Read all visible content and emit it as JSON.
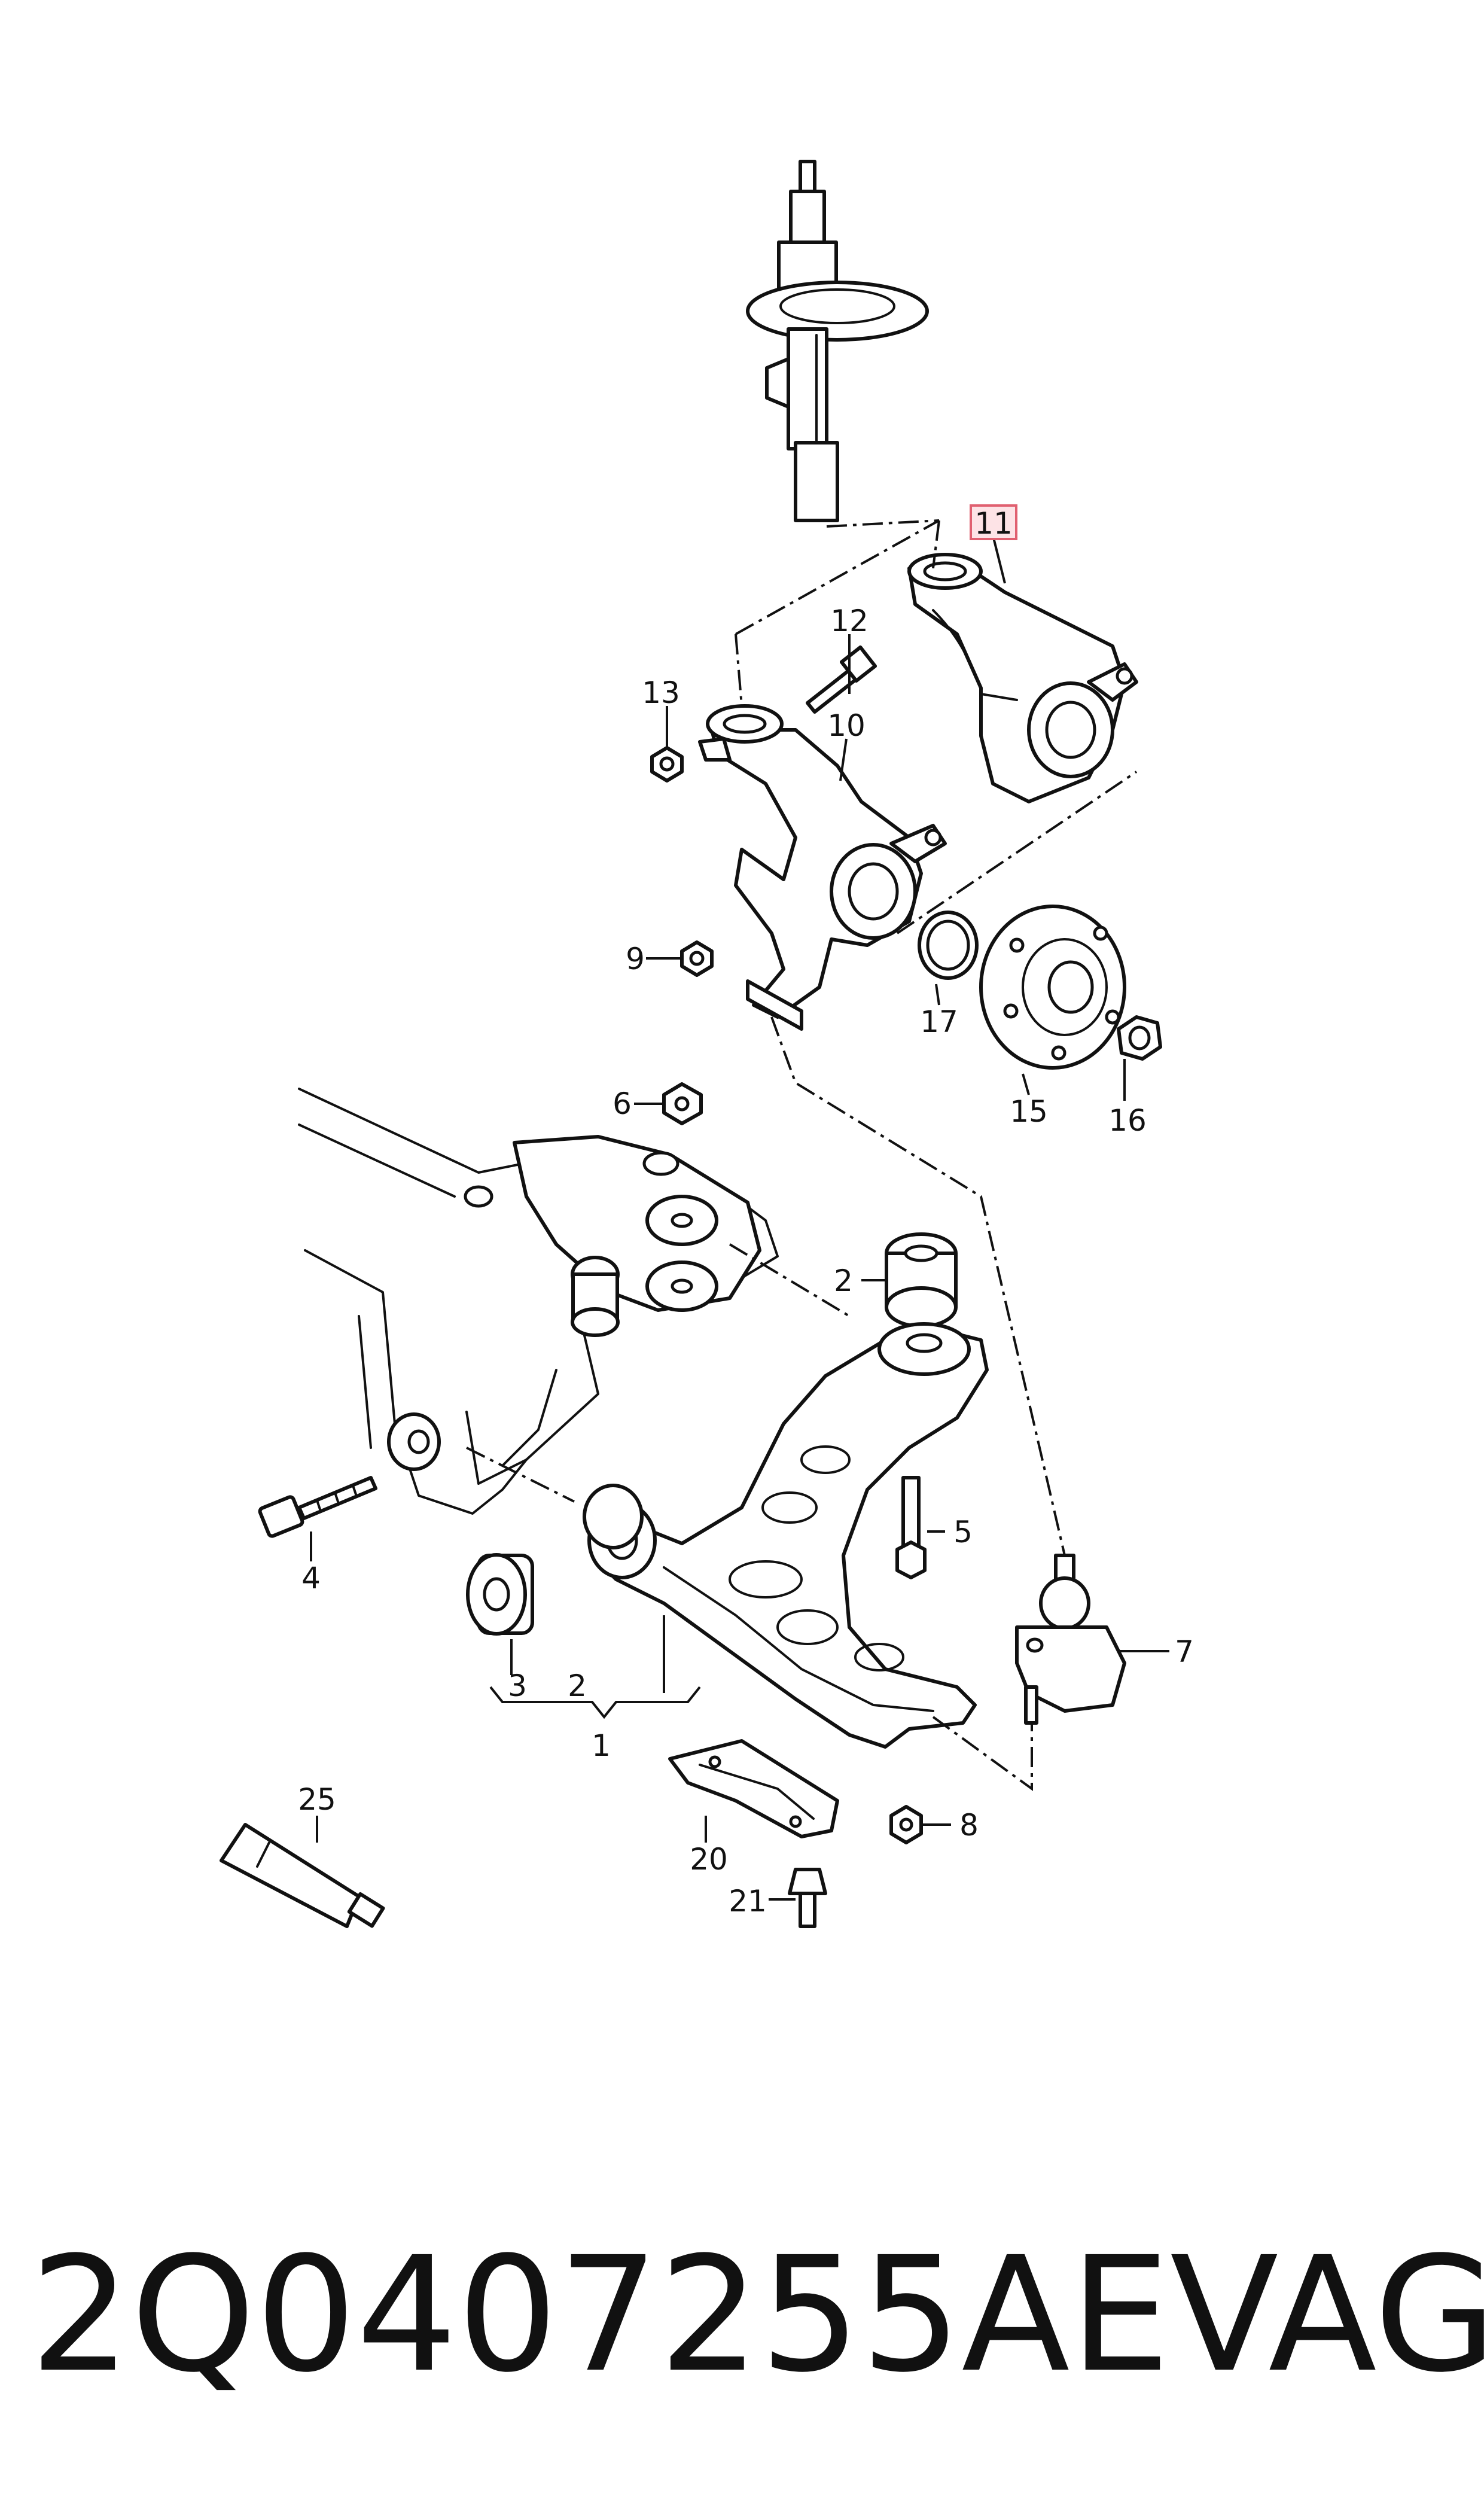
{
  "callouts": {
    "c1": "1",
    "c2a": "2",
    "c2b": "2",
    "c3": "3",
    "c4": "4",
    "c5": "5",
    "c6": "6",
    "c7": "7",
    "c8": "8",
    "c9": "9",
    "c10": "10",
    "c11": "11",
    "c12": "12",
    "c13": "13",
    "c15": "15",
    "c16": "16",
    "c17": "17",
    "c20": "20",
    "c21": "21",
    "c25": "25"
  },
  "highlight": {
    "callout": "11",
    "border_color": "#e06070",
    "fill_color": "#fde3e6"
  },
  "caption": {
    "part_number": "2Q0407255AE",
    "brand": "VAG"
  }
}
